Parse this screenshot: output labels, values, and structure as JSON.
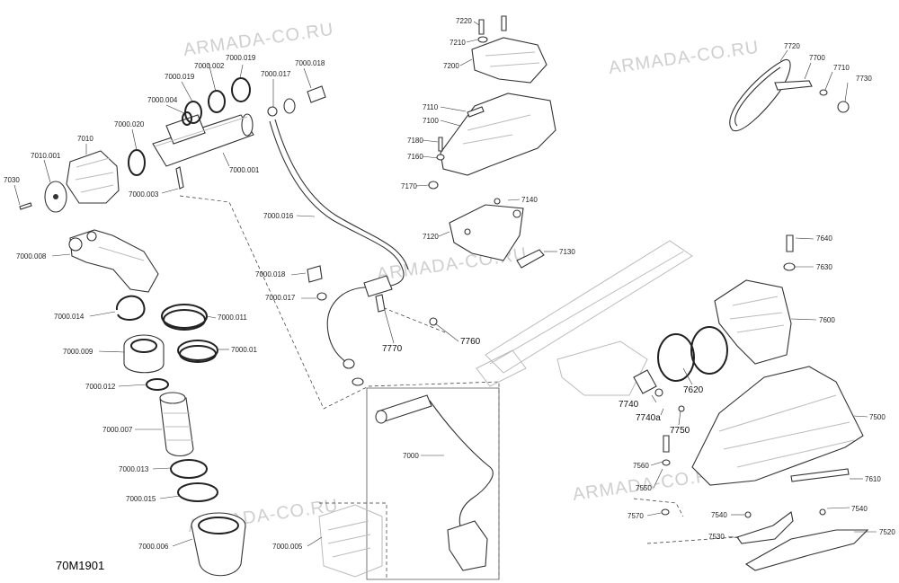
{
  "diagram": {
    "drawing_code": "70M1901",
    "watermark": "ARMADA-CO.RU"
  },
  "labels": [
    "7220",
    "7210",
    "7200",
    "7110",
    "7100",
    "7180",
    "7160",
    "7170",
    "7140",
    "7120",
    "7130",
    "7720",
    "7700",
    "7710",
    "7730",
    "7000.019",
    "7000.002",
    "7000.019",
    "7000.017",
    "7000.018",
    "7000.004",
    "7000.020",
    "7010",
    "7010.001",
    "7030",
    "7000.003",
    "7000.001",
    "7000.016",
    "7000.008",
    "7000.018",
    "7000.017",
    "7000.014",
    "7000.011",
    "7000.009",
    "7000.01",
    "7000.012",
    "7000.007",
    "7000.013",
    "7000.015",
    "7000.006",
    "7000.005",
    "7000",
    "7770",
    "7760",
    "7640",
    "7630",
    "7600",
    "7620",
    "7740",
    "7740a",
    "7750",
    "7500",
    "7560",
    "7610",
    "7550",
    "7570",
    "7540",
    "7540",
    "7530",
    "7520"
  ]
}
